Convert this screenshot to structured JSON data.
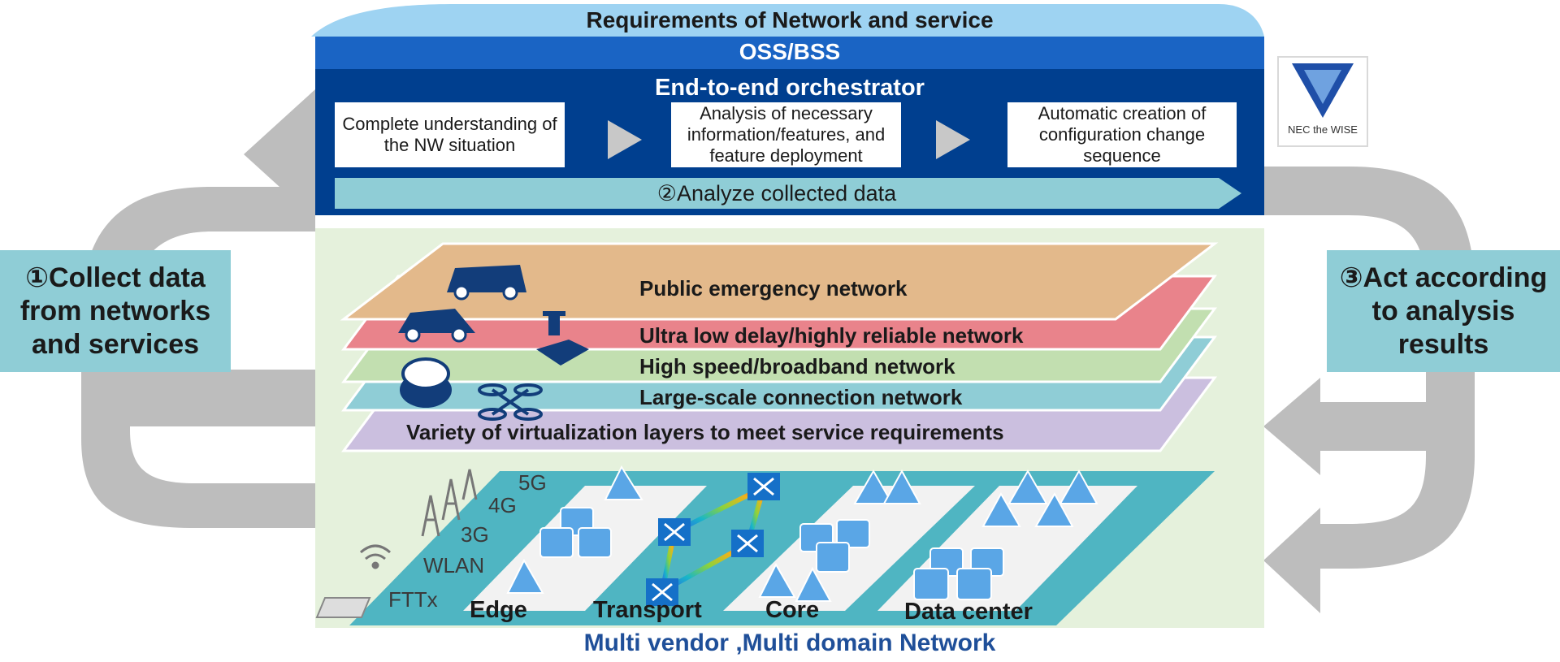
{
  "header": {
    "requirements": "Requirements of Network and service",
    "oss_bss": "OSS/BSS",
    "orchestrator": "End-to-end orchestrator"
  },
  "steps": [
    "Complete understanding of the NW  situation",
    "Analysis of necessary information/features, and feature deployment",
    "Automatic creation of configuration change sequence"
  ],
  "analyze_banner": "②Analyze collected data",
  "logo": {
    "text": "NEC the WISE",
    "icon": "nec-the-wise-logo"
  },
  "left_action": "①Collect data from networks and services",
  "right_action": "③Act according to analysis results",
  "layers": [
    {
      "label": "Public emergency network",
      "color": "#e3b98b"
    },
    {
      "label": "Ultra low delay/highly reliable network",
      "color": "#e9838b"
    },
    {
      "label": "High speed/broadband network",
      "color": "#c2dfb0"
    },
    {
      "label": "Large-scale connection network",
      "color": "#8fcdd6"
    },
    {
      "label": "Variety of virtualization layers to meet service requirements",
      "color": "#cbbfdf"
    }
  ],
  "access_networks": [
    "5G",
    "4G",
    "3G",
    "WLAN",
    "FTTx"
  ],
  "domains": [
    "Edge",
    "Transport",
    "Core",
    "Data center"
  ],
  "footer": "Multi vendor ,Multi domain Network",
  "colors": {
    "orchestrator_blue": "#003f8f",
    "header_blue": "#1a64c4",
    "teal": "#8fcdd6",
    "arrow_gray": "#bdbdbd",
    "panel_green": "#e5f1dc",
    "base_teal": "#4fb5c2"
  }
}
